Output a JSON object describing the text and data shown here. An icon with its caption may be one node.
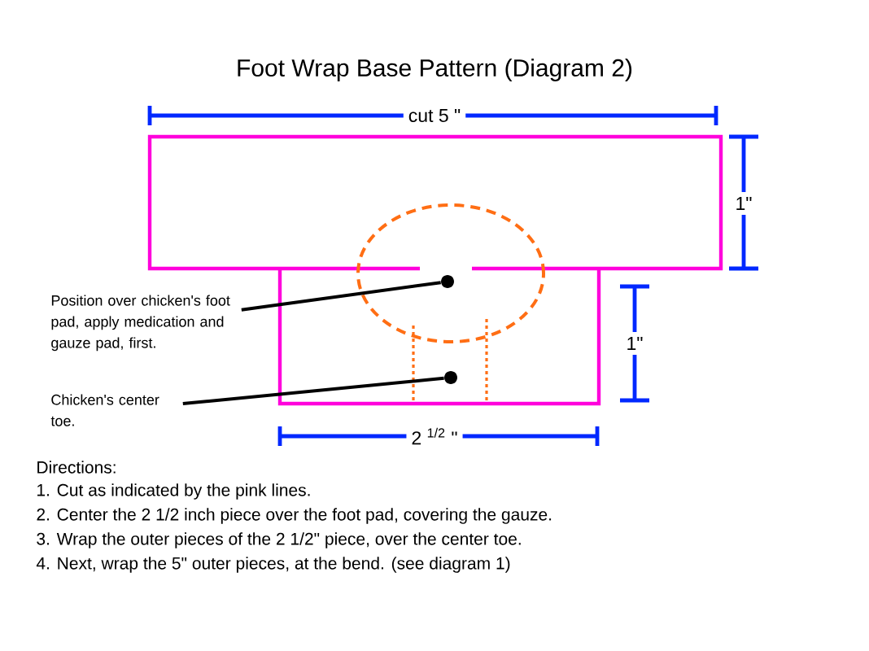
{
  "diagram": {
    "title": "Foot Wrap Base Pattern (Diagram 2)",
    "nodes": [
      {
        "text": [
          "Position over chicken's foot pad, apply medication and gauze pad, first."
        ]
      },
      {
        "text": [
          "Chicken's center toe."
        ]
      },
      {
        "text": [],
        "shape": "circle"
      },
      {
        "text": [],
        "shape": "circle"
      }
    ],
    "edges": [
      {
        "from": 0,
        "to": 2,
        "arrow": "none"
      },
      {
        "from": 1,
        "to": 3,
        "arrow": "none"
      }
    ],
    "labels": [
      "cut  5 \"",
      "1\"",
      "1\"",
      "2 $^{1/2}$ \"",
      "Directions:",
      "1. Cut as indicated by the pink lines.",
      "2. Center the 2 1/2 inch piece over the foot pad, covering the gauze.",
      "3. Wrap the outer pieces of the 2 1/2\" piece, over the center toe.",
      "4.  Next, wrap the 5\" outer pieces, at the bend. (see diagram 1)"
    ]
  }
}
